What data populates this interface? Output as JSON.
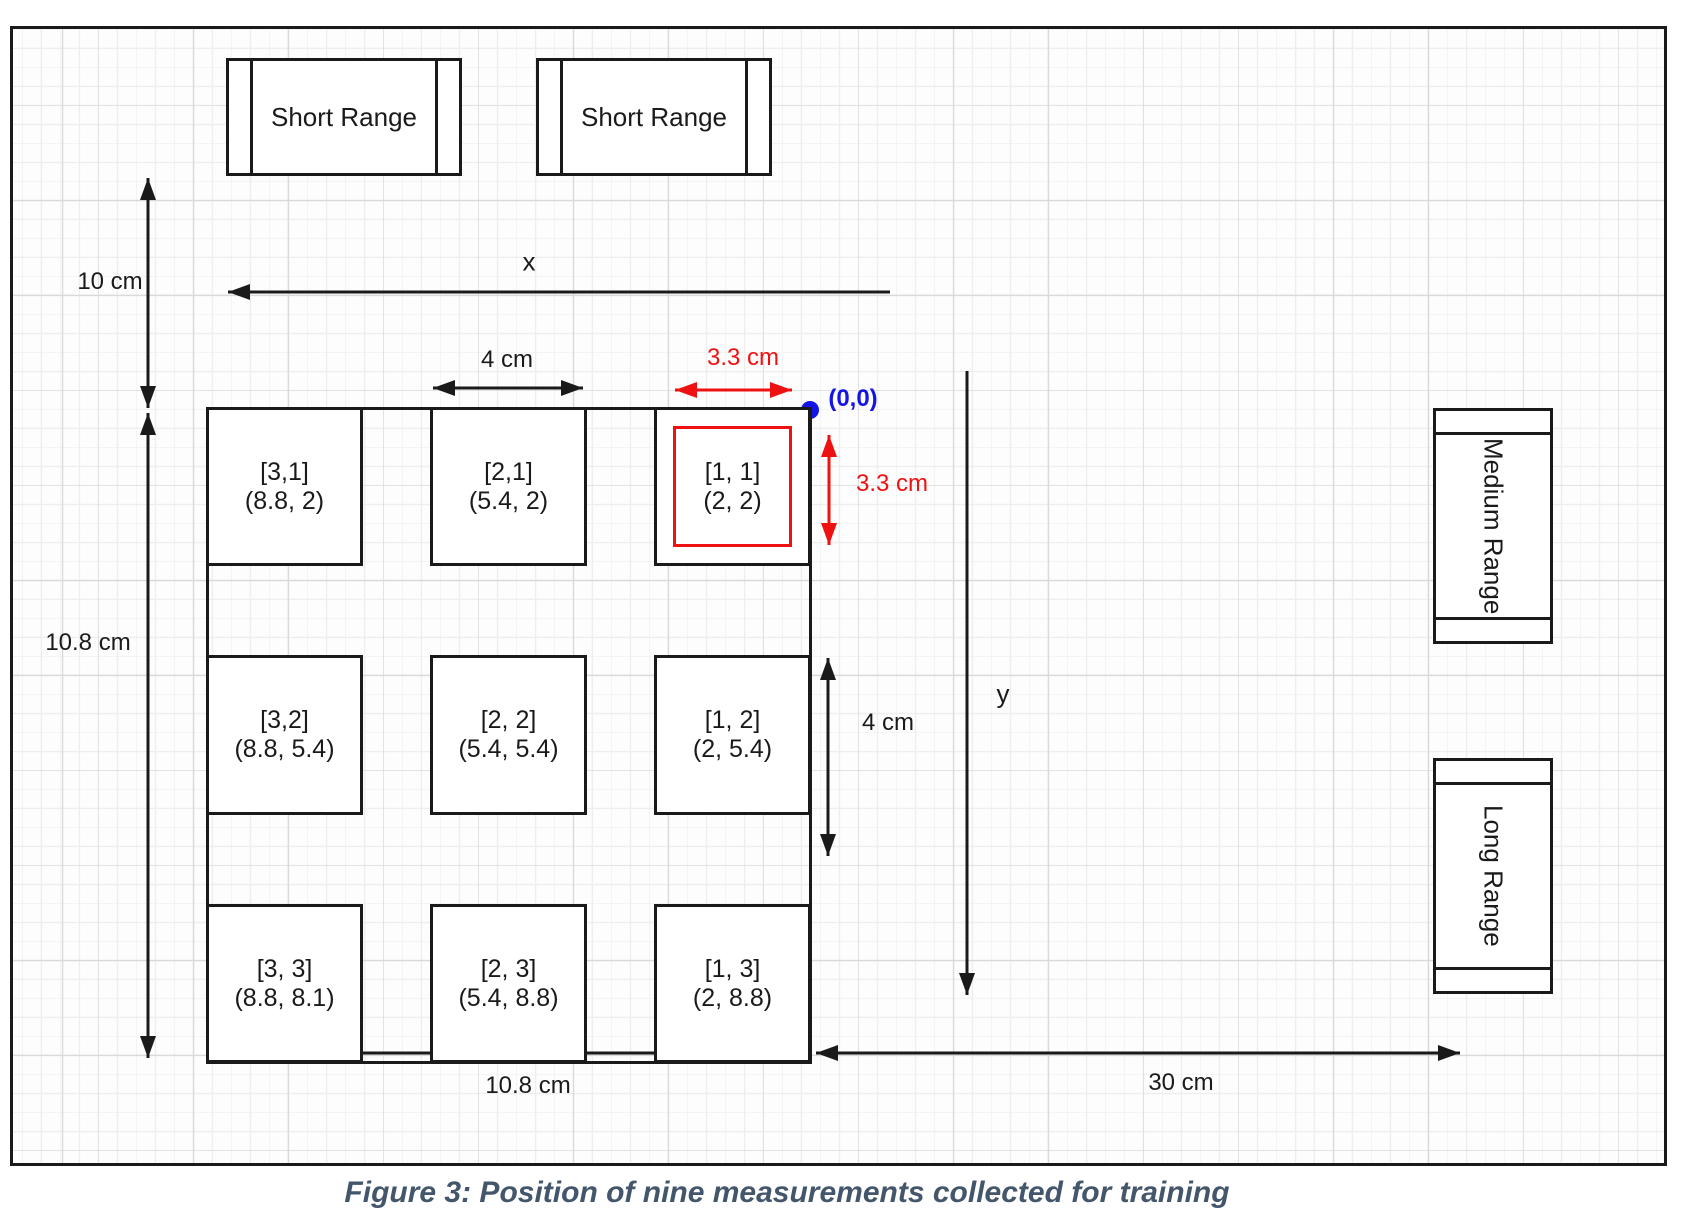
{
  "figure": {
    "caption": "Figure 3: Position of nine measurements collected for training"
  },
  "sensors": {
    "short_range_1": "Short Range",
    "short_range_2": "Short Range",
    "medium_range": "Medium Range",
    "long_range": "Long Range"
  },
  "axes": {
    "x": "x",
    "y": "y"
  },
  "origin": {
    "label": "(0,0)"
  },
  "dimensions": {
    "left_top": "10 cm",
    "left_grid_height": "10.8 cm",
    "cell_width_top": "4 cm",
    "offset_x_red": "3.3 cm",
    "offset_y_red": "3.3 cm",
    "cell_height_right": "4 cm",
    "bottom_grid_width": "10.8 cm",
    "bottom_right_span": "30 cm"
  },
  "grid_cells": [
    {
      "index": "[3,1]",
      "coords": "(8.8, 2)"
    },
    {
      "index": "[2,1]",
      "coords": "(5.4, 2)"
    },
    {
      "index": "[1, 1]",
      "coords": "(2, 2)",
      "highlighted": true
    },
    {
      "index": "[3,2]",
      "coords": "(8.8, 5.4)"
    },
    {
      "index": "[2, 2]",
      "coords": "(5.4, 5.4)"
    },
    {
      "index": "[1, 2]",
      "coords": "(2, 5.4)"
    },
    {
      "index": "[3, 3]",
      "coords": "(8.8, 8.1)"
    },
    {
      "index": "[2, 3]",
      "coords": "(5.4, 8.8)"
    },
    {
      "index": "[1, 3]",
      "coords": "(2, 8.8)"
    }
  ],
  "colors": {
    "line": "#1a1a1a",
    "accent_red": "#ee1111",
    "accent_blue": "#1414e6",
    "caption_text": "#44566b",
    "grid_minor": "#eeeeee",
    "grid_major": "#d9d9d9"
  }
}
